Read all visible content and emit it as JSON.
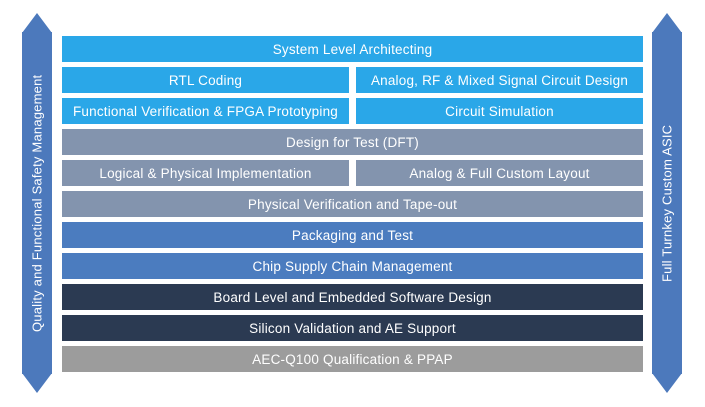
{
  "title": "Full Turnkey Custom ASIC design flow diagram",
  "colors": {
    "light_blue": "#2AA7E8",
    "slate_blue": "#8394AE",
    "medium_blue": "#4B7CBF",
    "dark_navy": "#2B3A52",
    "gray": "#9C9C9C",
    "arrow_blue": "#4C79BC",
    "text": "#FFFFFF",
    "background": "#FFFFFF"
  },
  "left_arrow": {
    "label": "Quality and Functional Safety Management"
  },
  "right_arrow": {
    "label": "Full Turnkey Custom ASIC"
  },
  "rows": [
    {
      "cells": [
        {
          "label": "System Level Architecting",
          "color": "#2AA7E8"
        }
      ]
    },
    {
      "cells": [
        {
          "label": "RTL Coding",
          "color": "#2AA7E8"
        },
        {
          "label": "Analog, RF & Mixed Signal Circuit Design",
          "color": "#2AA7E8"
        }
      ]
    },
    {
      "cells": [
        {
          "label": "Functional Verification & FPGA Prototyping",
          "color": "#2AA7E8"
        },
        {
          "label": "Circuit Simulation",
          "color": "#2AA7E8"
        }
      ]
    },
    {
      "cells": [
        {
          "label": "Design for Test (DFT)",
          "color": "#8394AE"
        }
      ]
    },
    {
      "cells": [
        {
          "label": "Logical & Physical Implementation",
          "color": "#8394AE"
        },
        {
          "label": "Analog & Full Custom Layout",
          "color": "#8394AE"
        }
      ]
    },
    {
      "cells": [
        {
          "label": "Physical Verification and Tape-out",
          "color": "#8394AE"
        }
      ]
    },
    {
      "cells": [
        {
          "label": "Packaging and Test",
          "color": "#4B7CBF"
        }
      ]
    },
    {
      "cells": [
        {
          "label": "Chip Supply Chain Management",
          "color": "#4B7CBF"
        }
      ]
    },
    {
      "cells": [
        {
          "label": "Board Level and Embedded Software Design",
          "color": "#2B3A52"
        }
      ]
    },
    {
      "cells": [
        {
          "label": "Silicon Validation and AE Support",
          "color": "#2B3A52"
        }
      ]
    },
    {
      "cells": [
        {
          "label": "AEC-Q100 Qualification & PPAP",
          "color": "#9C9C9C"
        }
      ]
    }
  ]
}
